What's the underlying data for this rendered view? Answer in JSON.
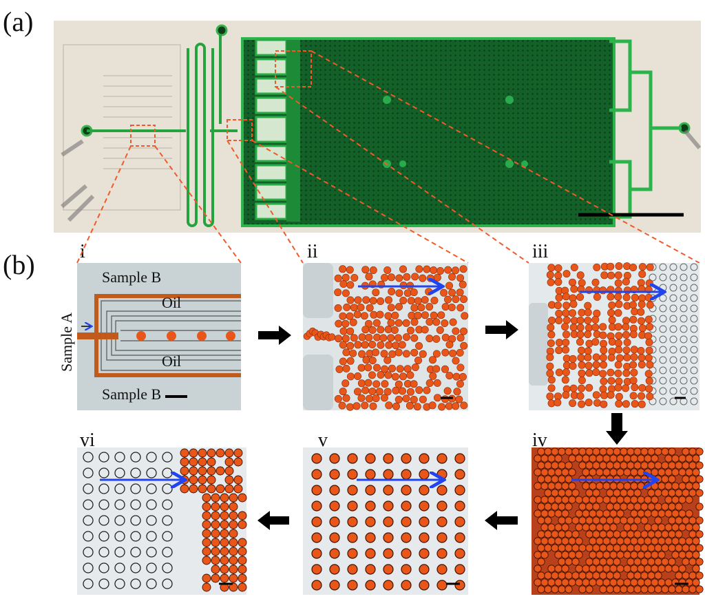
{
  "figure": {
    "label_a": "(a)",
    "label_b": "(b)",
    "panels": [
      {
        "numeral": "i"
      },
      {
        "numeral": "ii"
      },
      {
        "numeral": "iii"
      },
      {
        "numeral": "iv"
      },
      {
        "numeral": "v"
      },
      {
        "numeral": "vi"
      }
    ],
    "panel_i_labels": {
      "sample_a": "Sample A",
      "sample_b_top": "Sample B",
      "sample_b_bottom": "Sample B",
      "oil_top": "Oil",
      "oil_bottom": "Oil"
    }
  },
  "colors": {
    "droplet": "#e8561a",
    "channel_green": "#1fa83a",
    "device_dark_green": "#14532a",
    "zoom_line": "#f05a28",
    "flow_arrow": "#2244ee",
    "step_arrow": "#000000"
  }
}
